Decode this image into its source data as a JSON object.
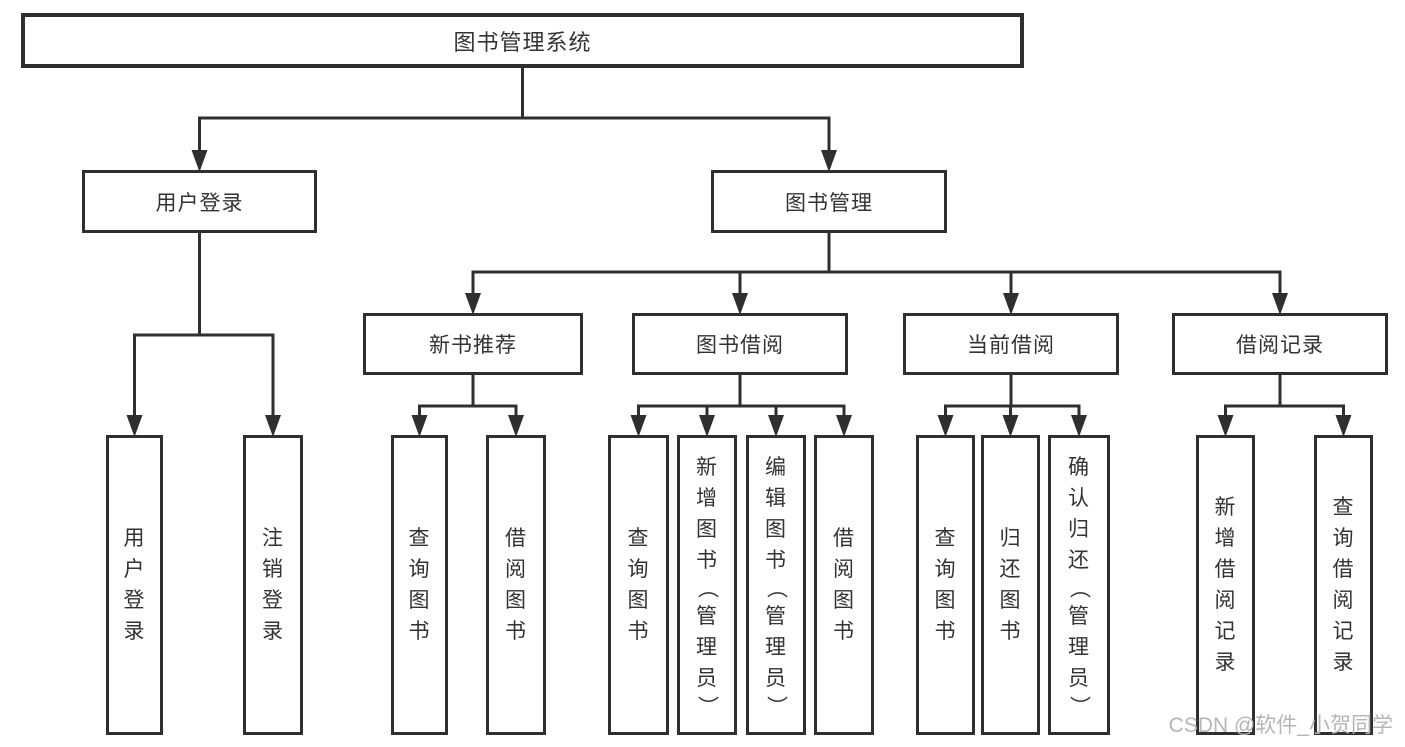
{
  "diagram": {
    "title": "图书管理系统",
    "watermark": {
      "text": "CSDN @软件_小贺同学"
    },
    "colors": {
      "background": "#ffffff",
      "box_border": "#2f2f2f",
      "connector_line": "#2f2f2f",
      "text": "#333333",
      "watermark": "#b5b5b5"
    },
    "nodes": {
      "root": {
        "label": "图书管理系统"
      },
      "user_login": {
        "label": "用户登录"
      },
      "book_mgmt": {
        "label": "图书管理"
      },
      "new_book_rec": {
        "label": "新书推荐"
      },
      "book_borrow": {
        "label": "图书借阅"
      },
      "current_borrow": {
        "label": "当前借阅"
      },
      "borrow_records": {
        "label": "借阅记录"
      },
      "leaf_user_login": {
        "label": "用户登录"
      },
      "leaf_logout": {
        "label": "注销登录"
      },
      "leaf_nbr_query": {
        "label": "查询图书"
      },
      "leaf_nbr_borrow": {
        "label": "借阅图书"
      },
      "leaf_bb_query": {
        "label": "查询图书"
      },
      "leaf_bb_add": {
        "label": "新增图书（管理员）"
      },
      "leaf_bb_edit": {
        "label": "编辑图书（管理员）"
      },
      "leaf_bb_borrow": {
        "label": "借阅图书"
      },
      "leaf_cb_query": {
        "label": "查询图书"
      },
      "leaf_cb_return": {
        "label": "归还图书"
      },
      "leaf_cb_confirm": {
        "label": "确认归还（管理员）"
      },
      "leaf_br_add": {
        "label": "新增借阅记录"
      },
      "leaf_br_query": {
        "label": "查询借阅记录"
      }
    },
    "hierarchy": {
      "root": [
        "user_login",
        "book_mgmt"
      ],
      "user_login": [
        "leaf_user_login",
        "leaf_logout"
      ],
      "book_mgmt": [
        "new_book_rec",
        "book_borrow",
        "current_borrow",
        "borrow_records"
      ],
      "new_book_rec": [
        "leaf_nbr_query",
        "leaf_nbr_borrow"
      ],
      "book_borrow": [
        "leaf_bb_query",
        "leaf_bb_add",
        "leaf_bb_edit",
        "leaf_bb_borrow"
      ],
      "current_borrow": [
        "leaf_cb_query",
        "leaf_cb_return",
        "leaf_cb_confirm"
      ],
      "borrow_records": [
        "leaf_br_add",
        "leaf_br_query"
      ]
    }
  }
}
